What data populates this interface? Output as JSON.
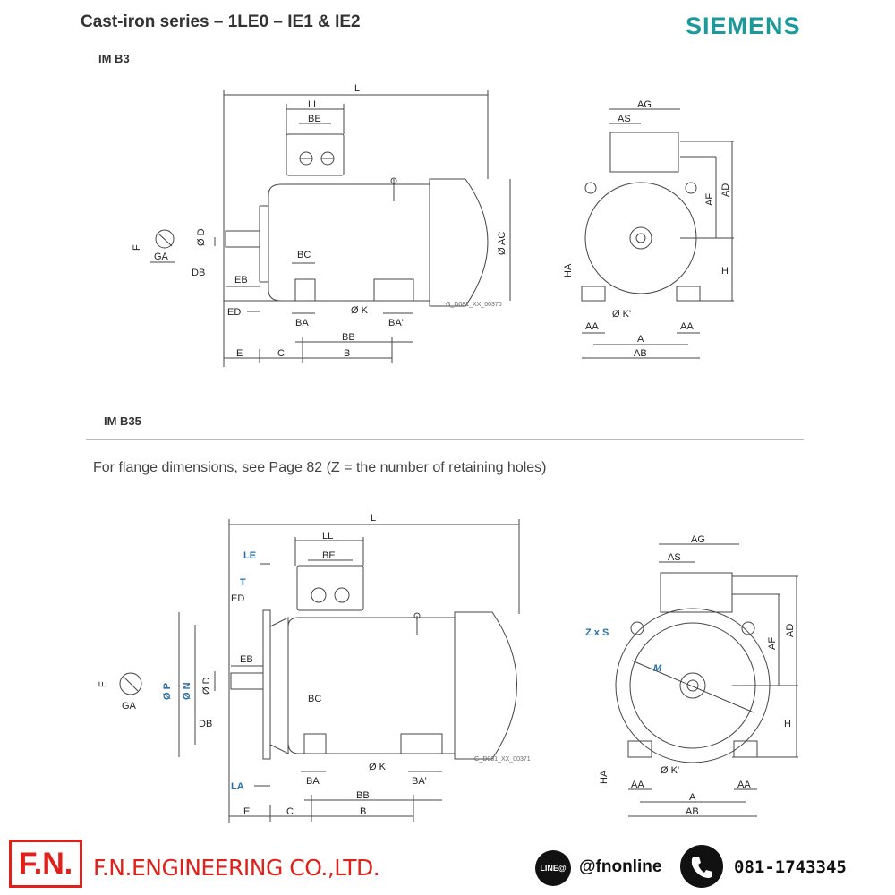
{
  "header": {
    "title": "Cast-iron series – 1LE0 – IE1 & IE2",
    "brand": "SIEMENS"
  },
  "sections": {
    "b3": "IM B3",
    "b35": "IM B35"
  },
  "note": "For flange dimensions, see Page 82 (Z = the number of retaining holes)",
  "drawing_codes": {
    "b3": "G_D081_XX_00370",
    "b35": "G_D081_XX_00371"
  },
  "labels": {
    "L": "L",
    "LL": "LL",
    "BE": "BE",
    "AC": "Ø AC",
    "D": "Ø D",
    "F": "F",
    "GA": "GA",
    "DB": "DB",
    "EB": "EB",
    "ED": "ED",
    "BC": "BC",
    "BA": "BA",
    "BA2": "BA'",
    "BB": "BB",
    "B": "B",
    "C": "C",
    "E": "E",
    "K": "Ø K",
    "K2": "Ø K'",
    "AG": "AG",
    "AS": "AS",
    "AF": "AF",
    "AD": "AD",
    "H": "H",
    "HA": "HA",
    "AA": "AA",
    "A": "A",
    "AB": "AB",
    "LE": "LE",
    "T": "T",
    "LA": "LA",
    "P": "Ø P",
    "N": "Ø N",
    "ZxS": "Z x S",
    "M": "M"
  },
  "footer": {
    "logo": "F.N.",
    "company": "F.N.ENGINEERING CO.,LTD.",
    "line_badge": "LINE@",
    "line_handle": "@fnonline",
    "phone": "081-1743345"
  },
  "colors": {
    "brand": "#1a9a9a",
    "accent_blue": "#2a6fa8",
    "footer_red": "#e0211b"
  }
}
